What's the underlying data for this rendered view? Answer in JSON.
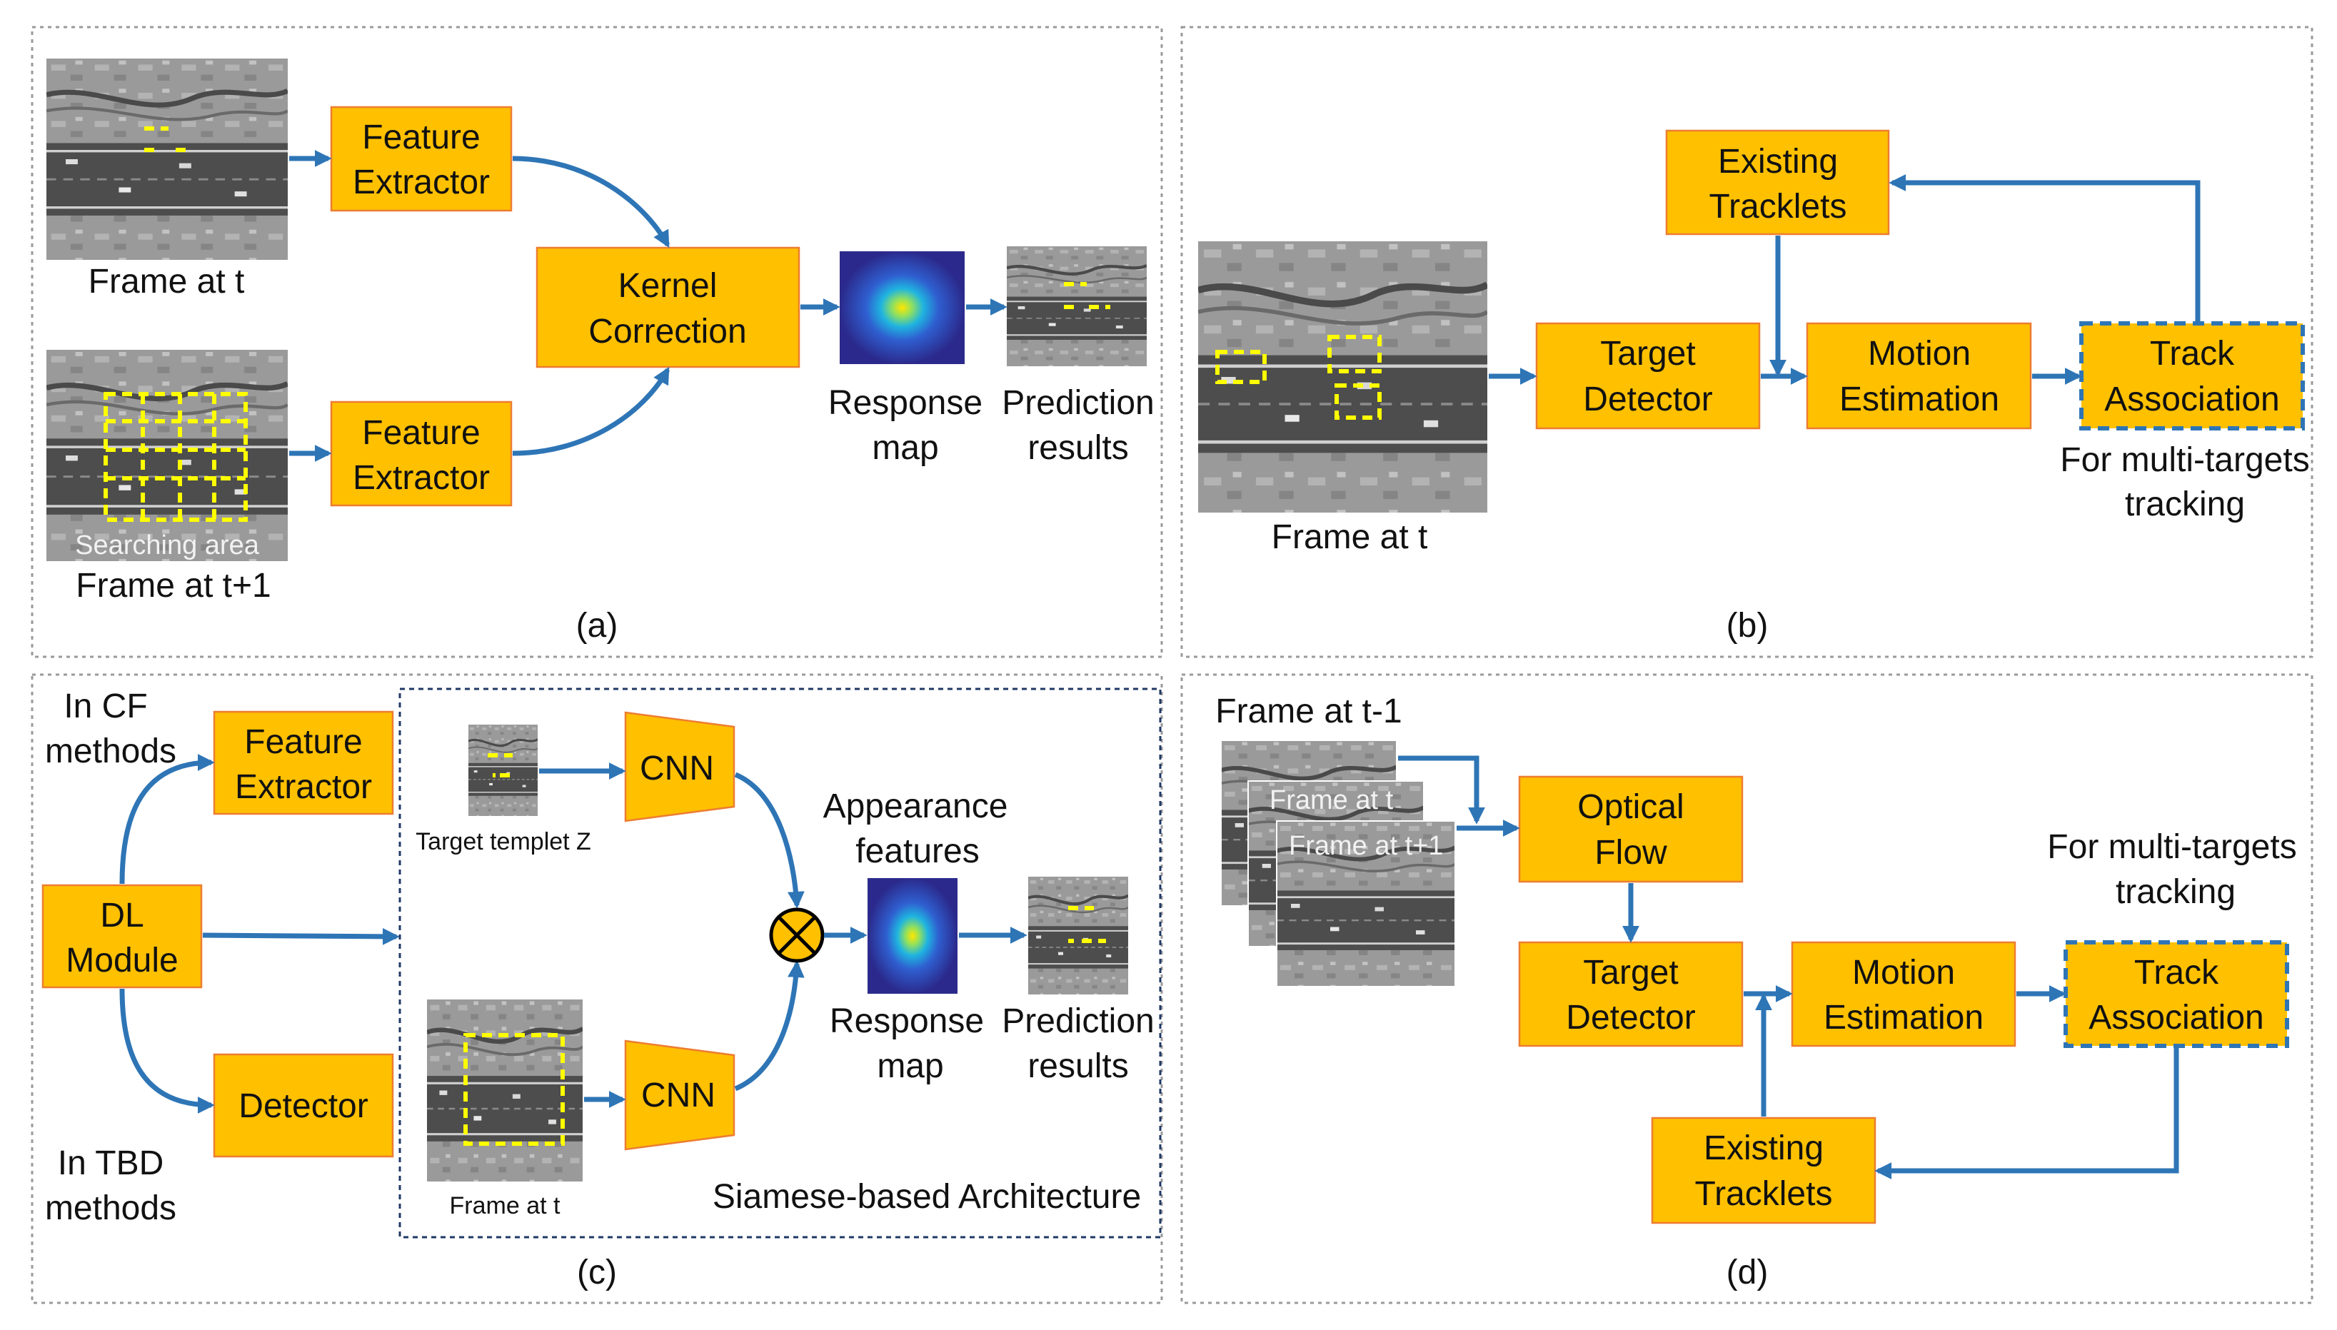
{
  "panels": {
    "a": {
      "label": "(a)",
      "frame_t": "Frame at t",
      "frame_t1": "Frame at t+1",
      "searching_area": "Searching area",
      "feature_extractor_1": [
        "Feature",
        "Extractor"
      ],
      "feature_extractor_2": [
        "Feature",
        "Extractor"
      ],
      "kernel_correction": [
        "Kernel",
        "Correction"
      ],
      "response_map": [
        "Response",
        "map"
      ],
      "prediction_results": [
        "Prediction",
        "results"
      ]
    },
    "b": {
      "label": "(b)",
      "frame_t": "Frame at t",
      "existing_tracklets": [
        "Existing",
        "Tracklets"
      ],
      "target_detector": [
        "Target",
        "Detector"
      ],
      "motion_estimation": [
        "Motion",
        "Estimation"
      ],
      "track_association": [
        "Track",
        "Association"
      ],
      "note": [
        "For multi-targets",
        "tracking"
      ]
    },
    "c": {
      "label": "(c)",
      "in_cf": [
        "In CF",
        "methods"
      ],
      "in_tbd": [
        "In TBD",
        "methods"
      ],
      "feature_extractor": [
        "Feature",
        "Extractor"
      ],
      "dl_module": [
        "DL",
        "Module"
      ],
      "detector": "Detector",
      "cnn_top": "CNN",
      "cnn_bottom": "CNN",
      "target_templet": "Target templet Z",
      "frame_t": "Frame at t",
      "appearance_features": [
        "Appearance",
        "features"
      ],
      "response_map": [
        "Response",
        "map"
      ],
      "prediction_results": [
        "Prediction",
        "results"
      ],
      "architecture": "Siamese-based Architecture"
    },
    "d": {
      "label": "(d)",
      "frame_t_minus_1": "Frame at t-1",
      "frame_t": "Frame at t",
      "frame_t_plus_1": "Frame at t+1",
      "optical_flow": [
        "Optical",
        "Flow"
      ],
      "target_detector": [
        "Target",
        "Detector"
      ],
      "motion_estimation": [
        "Motion",
        "Estimation"
      ],
      "track_association": [
        "Track",
        "Association"
      ],
      "existing_tracklets": [
        "Existing",
        "Tracklets"
      ],
      "note": [
        "For multi-targets",
        "tracking"
      ]
    }
  },
  "colors": {
    "box_fill": "#ffc000",
    "box_border": "#ed7d31",
    "arrow": "#2e75b6",
    "dashed_box_border": "#2e75b6",
    "panel_border": "#9a9a9a",
    "heatmap_bg": "#2b2a8c",
    "heatmap_center": "#ffe600"
  },
  "icons": {
    "circled_cross": "circled-times-icon",
    "aerial_frame": "aerial-road-image-icon",
    "heatmap": "gaussian-response-map-icon"
  }
}
